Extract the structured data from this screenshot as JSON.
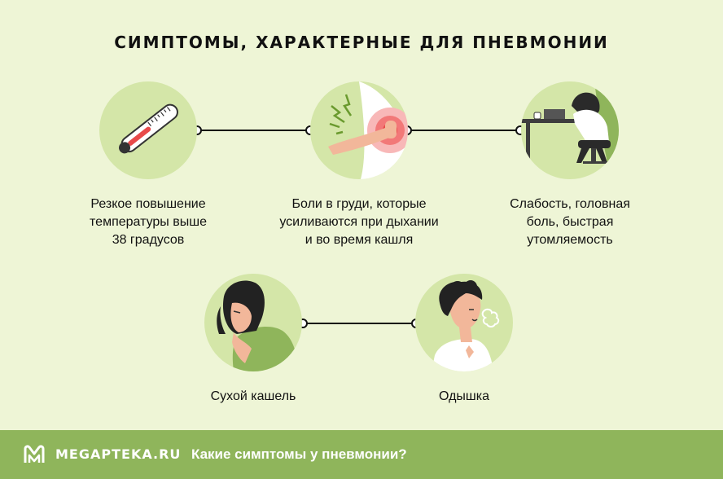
{
  "title": "СИМПТОМЫ, ХАРАКТЕРНЫЕ ДЛЯ ПНЕВМОНИИ",
  "symptoms": [
    {
      "caption_lines": [
        "Резкое повышение",
        "температуры выше",
        "38 градусов"
      ],
      "icon": "thermometer-icon"
    },
    {
      "caption_lines": [
        "Боли в груди, которые",
        "усиливаются при дыхании",
        "и во время кашля"
      ],
      "icon": "chest-pain-icon"
    },
    {
      "caption_lines": [
        "Слабость, головная",
        "боль, быстрая",
        "утомляемость"
      ],
      "icon": "tired-person-icon"
    },
    {
      "caption_lines": [
        "Сухой кашель"
      ],
      "icon": "coughing-person-icon"
    },
    {
      "caption_lines": [
        "Одышка"
      ],
      "icon": "breathless-person-icon"
    }
  ],
  "footer": {
    "brand": "MEGAPTEKA.RU",
    "question": "Какие симптомы у пневмонии?"
  },
  "colors": {
    "background": "#eef5d6",
    "circle": "#d4e6a8",
    "footer": "#8fb55b",
    "pain": "#e84a4a"
  }
}
